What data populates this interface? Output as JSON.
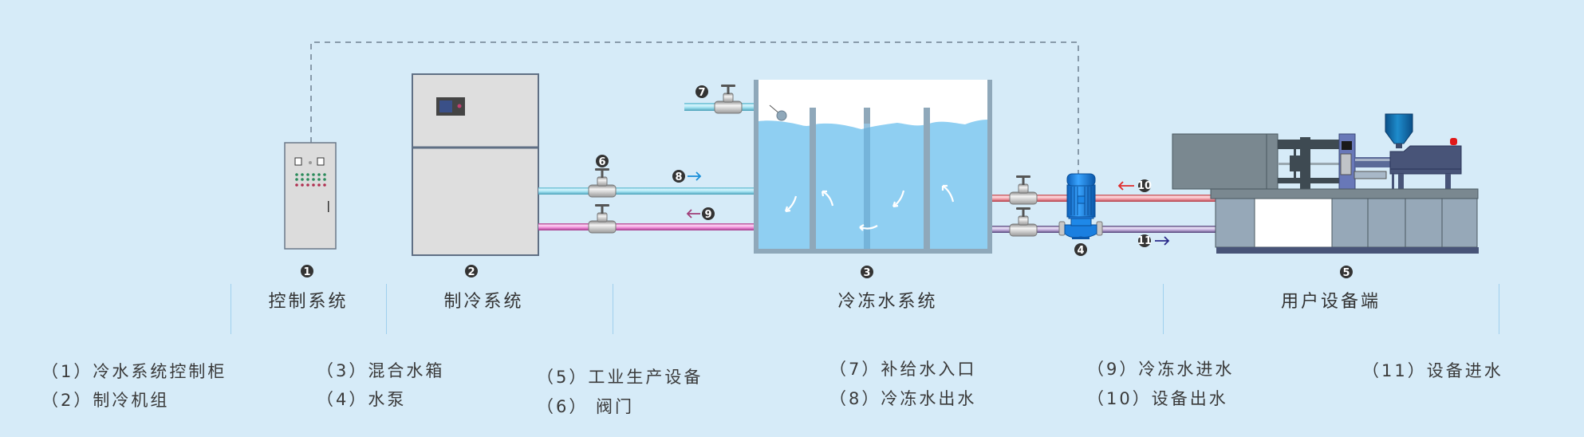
{
  "sections": [
    {
      "num": "1",
      "label": "控制系统"
    },
    {
      "num": "2",
      "label": "制冷系统"
    },
    {
      "num": "3",
      "label": "冷冻水系统"
    },
    {
      "num": "5",
      "label": "用户设备端"
    }
  ],
  "markers": {
    "m1": "1",
    "m2": "2",
    "m3": "3",
    "m4": "4",
    "m5": "5",
    "m6": "6",
    "m7": "7",
    "m8": "8",
    "m9": "9",
    "m10": "10",
    "m11": "11"
  },
  "legend": [
    {
      "id": "1",
      "text": "（1）冷水系统控制柜"
    },
    {
      "id": "2",
      "text": "（2）制冷机组"
    },
    {
      "id": "3",
      "text": "（3）混合水箱"
    },
    {
      "id": "4",
      "text": "（4）水泵"
    },
    {
      "id": "5",
      "text": "（5）工业生产设备"
    },
    {
      "id": "6",
      "text": "（6） 阀门"
    },
    {
      "id": "7",
      "text": "（7）补给水入口"
    },
    {
      "id": "8",
      "text": "（8）冷冻水出水"
    },
    {
      "id": "9",
      "text": "（9）冷冻水进水"
    },
    {
      "id": "10",
      "text": "（10）设备出水"
    },
    {
      "id": "11",
      "text": "（11）设备进水"
    }
  ],
  "colors": {
    "background": "#d6ebf8",
    "chilled_supply_pipe": "#9fe0f0",
    "chilled_return_pipe": "#f08cd8",
    "equipment_out_pipe": "#f2a0aa",
    "equipment_in_pipe": "#c4b0dc",
    "water": "#8fcff2",
    "pump": "#1a7fe0",
    "arrow_8": "#1a8fd8",
    "arrow_9": "#a0407a",
    "arrow_10": "#e02a2a",
    "arrow_11": "#2a2a8a"
  }
}
